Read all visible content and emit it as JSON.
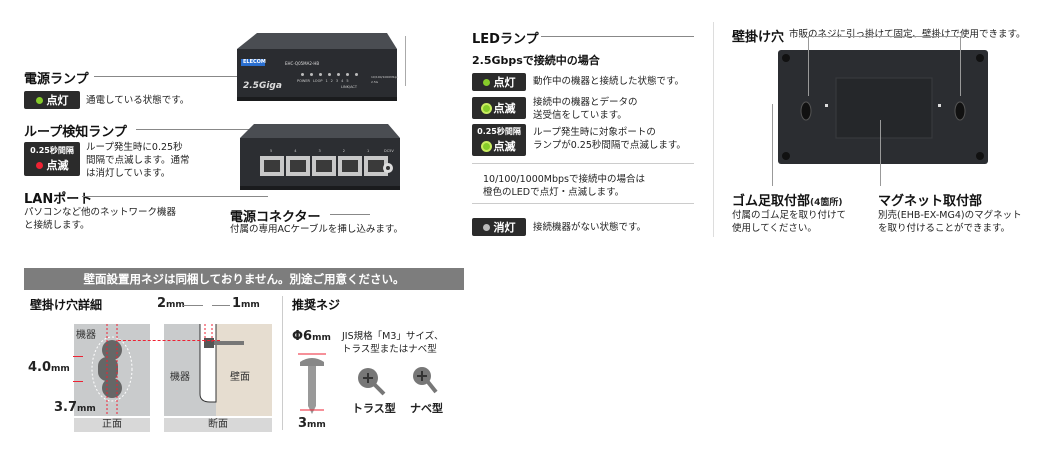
{
  "power_lamp": {
    "title": "電源ランプ",
    "badge": "点灯",
    "desc": "通電している状態です。"
  },
  "loop_lamp": {
    "title": "ループ検知ランプ",
    "badge_top": "0.25秒間隔",
    "badge": "点滅",
    "desc": [
      "ループ発生時に0.25秒",
      "間隔で点滅します。通常",
      "は消灯しています。"
    ]
  },
  "lan_port": {
    "title": "LANポート",
    "desc": [
      "パソコンなど他のネットワーク機器",
      "と接続します。"
    ]
  },
  "power_connector": {
    "title": "電源コネクター",
    "desc": "付属の専用ACケーブルを挿し込みます。"
  },
  "device": {
    "brand": "ELECOM",
    "model": "EHC-Q05MA2-HB",
    "logo": "2.5Giga",
    "front_labels": [
      "POWER",
      "LOOP",
      "1",
      "2",
      "3",
      "4",
      "5"
    ],
    "link_label": "LINK/ACT",
    "speed_legend": [
      "10/100/1000Mbps",
      "2.5G"
    ],
    "port_numbers": [
      "5",
      "4",
      "3",
      "2",
      "1"
    ],
    "dc_label": "DC5V"
  },
  "led": {
    "title": "LEDランプ",
    "subtitle": "2.5Gbpsで接続中の場合",
    "rows": [
      {
        "badge": "点灯",
        "desc": [
          "動作中の機器と接続した状態です。"
        ]
      },
      {
        "badge": "点滅",
        "desc": [
          "接続中の機器とデータの",
          "送受信をしています。"
        ]
      },
      {
        "badge_top": "0.25秒間隔",
        "badge": "点滅",
        "desc": [
          "ループ発生時に対象ポートの",
          "ランプが0.25秒間隔で点滅します。"
        ]
      }
    ],
    "note": [
      "10/100/1000Mbpsで接続中の場合は",
      "橙色のLEDで点灯・点滅します。"
    ],
    "off_badge": "消灯",
    "off_desc": "接続機器がない状態です。"
  },
  "wall_hole": {
    "title": "壁掛け穴",
    "desc": "市販のネジに引っ掛けて固定、壁掛けで使用できます。"
  },
  "rubber_foot": {
    "title": "ゴム足取付部",
    "sub": "(4箇所)",
    "desc": [
      "付属のゴム足を取り付けて",
      "使用してください。"
    ]
  },
  "magnet": {
    "title": "マグネット取付部",
    "desc": [
      "別売(EHB-EX-MG4)のマグネット",
      "を取り付けることができます。"
    ]
  },
  "screw_band": "壁面設置用ネジは同梱しておりません。別途ご用意ください。",
  "hole_detail": {
    "title": "壁掛け穴詳細",
    "device_label": "機器",
    "dim_40": "4.0",
    "dim_37": "3.7",
    "unit": "mm",
    "front_caption": "正面"
  },
  "section": {
    "dim_2": "2",
    "dim_1": "1",
    "unit": "mm",
    "device_label": "機器",
    "wall_label": "壁面",
    "caption": "断面"
  },
  "recommended": {
    "title": "推奨ネジ",
    "phi": "Φ6",
    "unit": "mm",
    "spec": [
      "JIS規格「M3」サイズ、",
      "トラス型またはナベ型"
    ],
    "dim_3": "3",
    "truss": "トラス型",
    "pan": "ナベ型"
  }
}
